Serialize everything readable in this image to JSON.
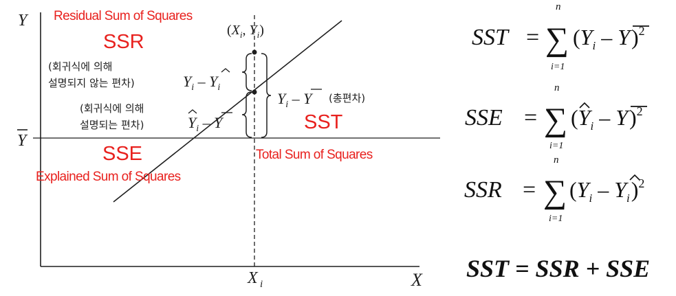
{
  "axes": {
    "y_label": "Y",
    "x_label": "X",
    "ybar_label": "Y",
    "xi_label": "X",
    "xi_sub": "i"
  },
  "point": {
    "label": "(X_i, Y_i)"
  },
  "annotations": {
    "unexplained_line1": "(회귀식에 의해",
    "unexplained_line2": "설명되지 않는 편차)",
    "explained_line1": "(회귀식에 의해",
    "explained_line2": "설명되는 편차)",
    "total_deviation": "(총편차)"
  },
  "red_labels": {
    "ssr_title": "Residual Sum of Squares",
    "ssr": "SSR",
    "sst": "SST",
    "sst_title": "Total Sum of Squares",
    "sse": "SSE",
    "sse_title": "Explained Sum of Squares"
  },
  "formulas": {
    "sst_lhs": "SST",
    "sse_lhs": "SSE",
    "ssr_lhs": "SSR",
    "sum_upper": "n",
    "sum_lower": "i=1",
    "identity": "SST = SSR + SSE"
  },
  "colors": {
    "red": "#e8211e",
    "ink": "#1e1e1e",
    "formula_ink": "#111111"
  }
}
